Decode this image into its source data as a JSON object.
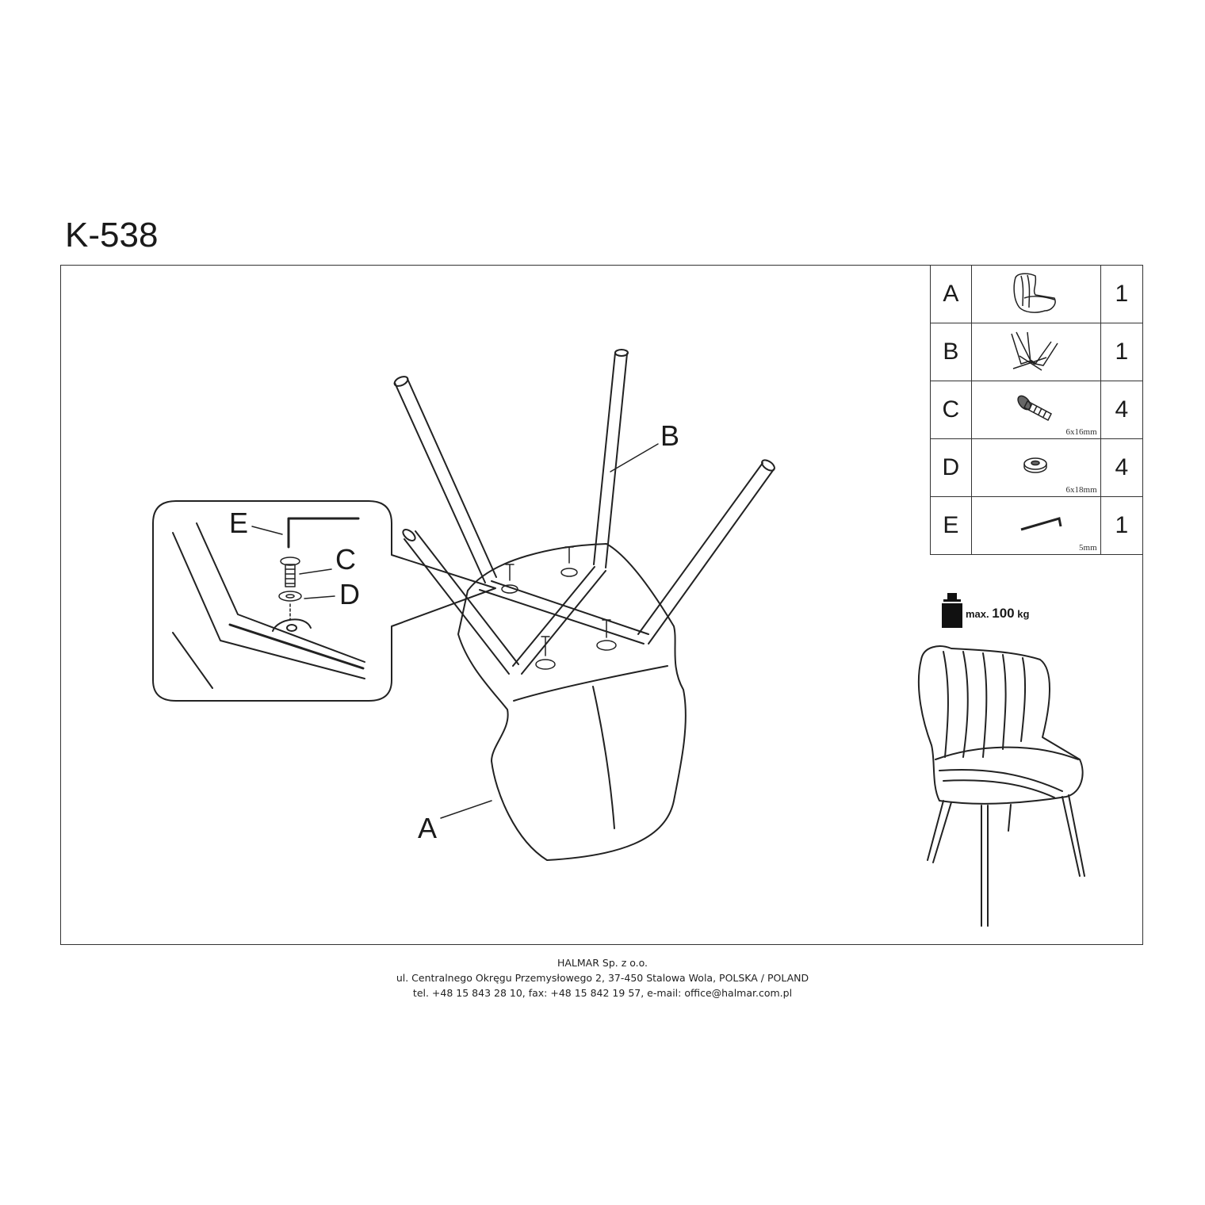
{
  "title": "K-538",
  "parts": [
    {
      "letter": "A",
      "icon": "seat-icon",
      "qty": "1",
      "dim": ""
    },
    {
      "letter": "B",
      "icon": "leg-frame-icon",
      "qty": "1",
      "dim": ""
    },
    {
      "letter": "C",
      "icon": "bolt-icon",
      "qty": "4",
      "dim": "6x16mm"
    },
    {
      "letter": "D",
      "icon": "washer-icon",
      "qty": "4",
      "dim": "6x18mm"
    },
    {
      "letter": "E",
      "icon": "allen-key-icon",
      "qty": "1",
      "dim": "5mm"
    }
  ],
  "max_load": {
    "prefix": "max.",
    "value": "100",
    "unit": "kg"
  },
  "callouts": {
    "A": "A",
    "B": "B",
    "C": "C",
    "D": "D",
    "E": "E"
  },
  "footer": {
    "company": "HALMAR Sp. z o.o.",
    "address": "ul. Centralnego Okręgu Przemysłowego 2, 37-450 Stalowa Wola, POLSKA / POLAND",
    "contact": "tel. +48 15 843 28 10, fax: +48 15 842 19 57, e-mail: office@halmar.com.pl"
  }
}
